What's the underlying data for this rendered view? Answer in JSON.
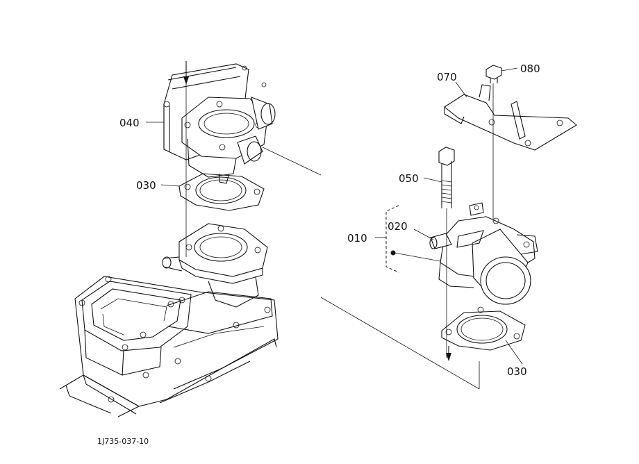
{
  "callouts": {
    "c040": "040",
    "c030_left": "030",
    "c070": "070",
    "c080": "080",
    "c050": "050",
    "c020": "020",
    "c010": "010",
    "c030_right": "030"
  },
  "figure_id": "1J735-037-10"
}
